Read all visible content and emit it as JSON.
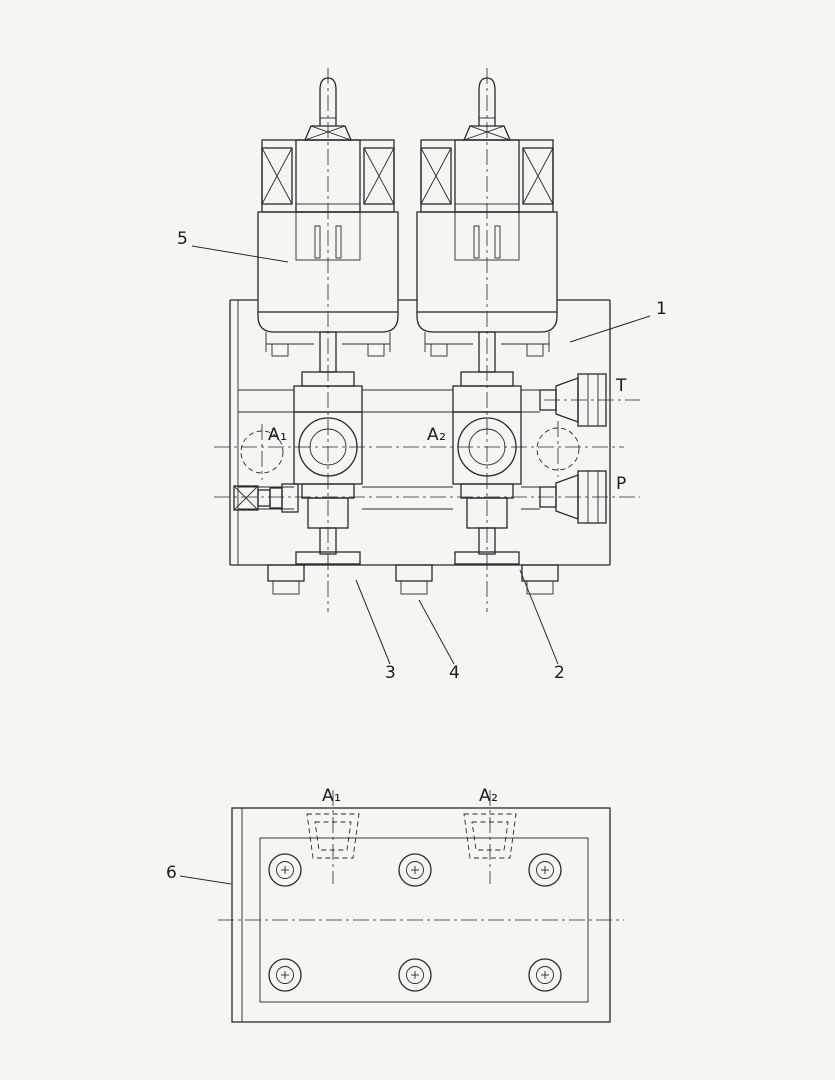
{
  "sheet": {
    "kind": "technical-drawing",
    "subject": "dual solenoid hydraulic valve assembly, front view and mounting-face view"
  },
  "colors": {
    "background": "#f7f5f1",
    "line": "#2a2a2a"
  },
  "front_view": {
    "callouts": {
      "part_5": "5",
      "part_1": "1",
      "port_t": "T",
      "port_p": "P",
      "port_a1": "A₁",
      "port_a2": "A₂",
      "part_3": "3",
      "part_4": "4",
      "part_2": "2"
    }
  },
  "bottom_view": {
    "callouts": {
      "port_a1": "A₁",
      "port_a2": "A₂",
      "part_6": "6"
    }
  }
}
